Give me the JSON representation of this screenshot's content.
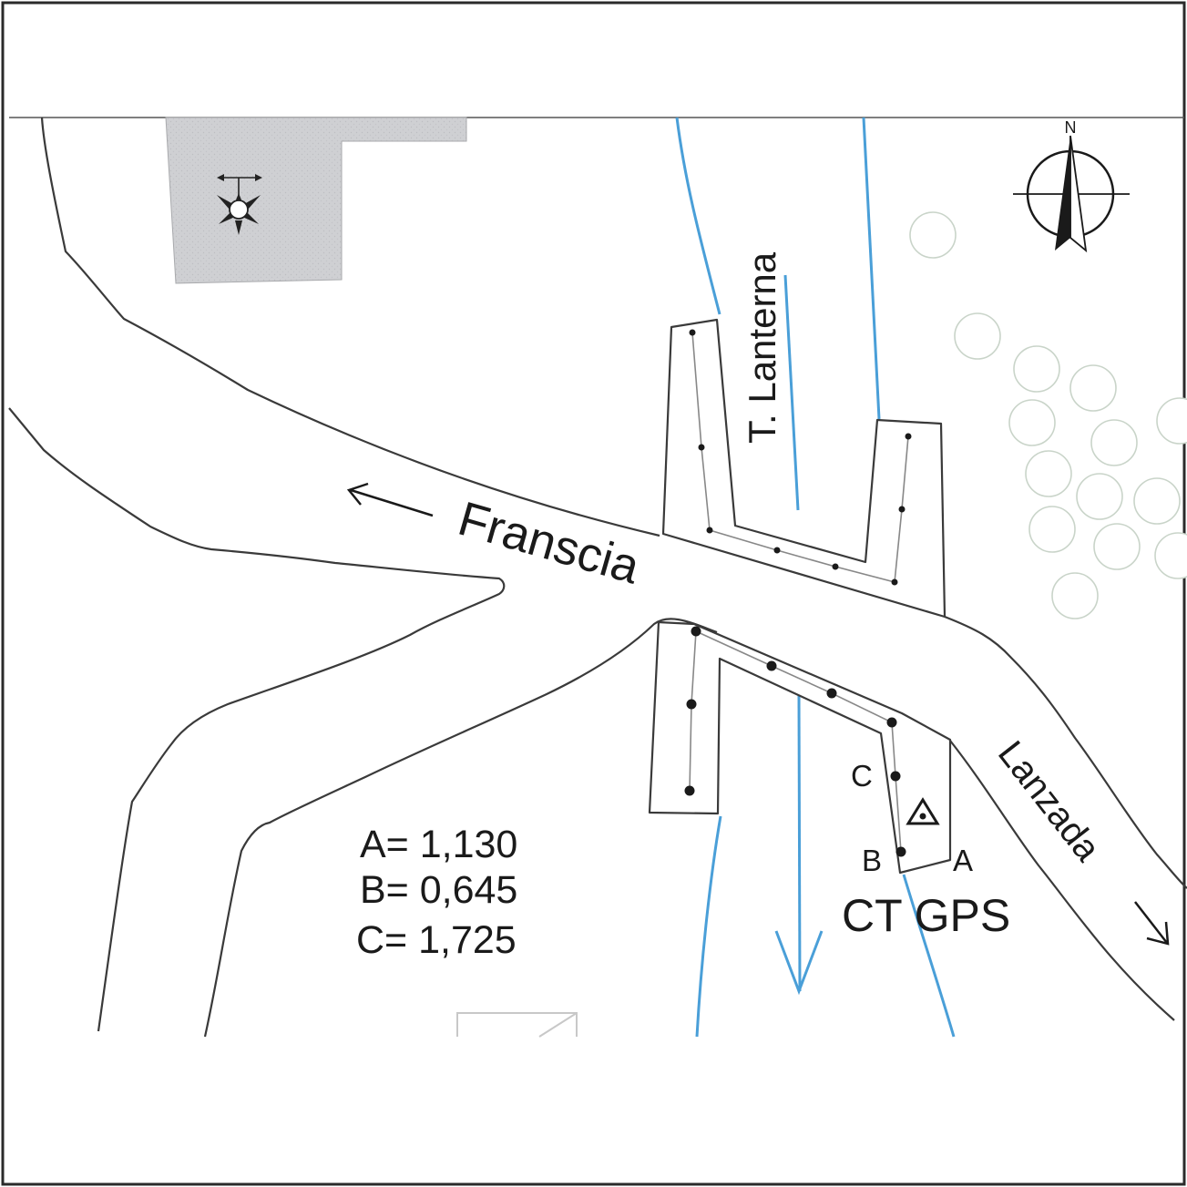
{
  "map": {
    "labels": {
      "franscia": "Franscia",
      "lanzada": "Lanzada",
      "lanterna": "T. Lanterna",
      "station": "CT GPS",
      "point_a": "A",
      "point_b": "B",
      "point_c": "C"
    },
    "measurements": [
      {
        "label": "A= 1,130"
      },
      {
        "label": "B= 0,645"
      },
      {
        "label": "C= 1,725"
      }
    ],
    "north_label": "N",
    "colors": {
      "river": "#4a9fd8",
      "building": "#cfd0d3",
      "road_line": "#3a3a3a"
    }
  }
}
